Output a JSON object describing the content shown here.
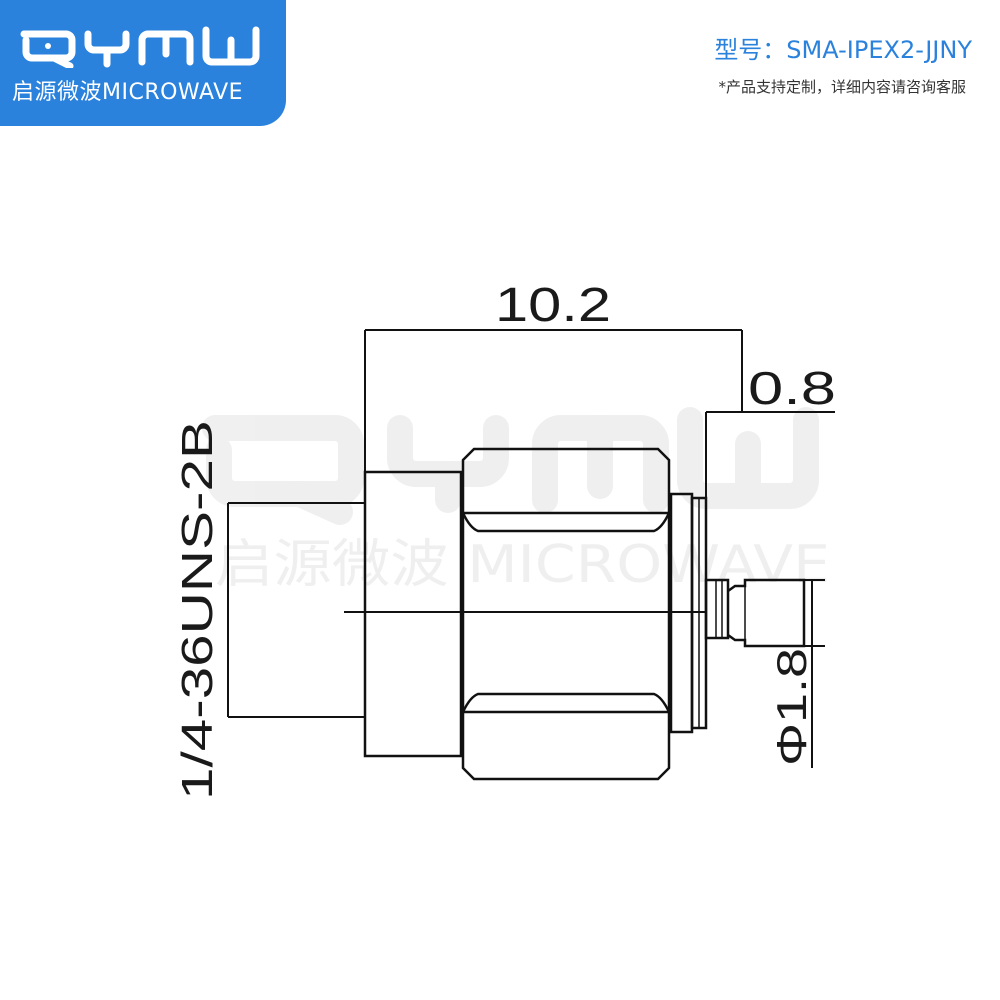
{
  "brand": {
    "logo_text": "QYMW",
    "subtitle": "启源微波MICROWAVE",
    "color": "#2a82dc",
    "watermark_text": "启源微波 MICROWAVE"
  },
  "header": {
    "model_line": "型号：SMA-IPEX2-JJNY",
    "note": "*产品支持定制，详细内容请咨询客服"
  },
  "dimensions": {
    "overall_length": "10.2",
    "pin_offset": "0.8",
    "thread_spec": "1/4-36UNS-2B",
    "pin_diameter": "Φ1.8"
  }
}
